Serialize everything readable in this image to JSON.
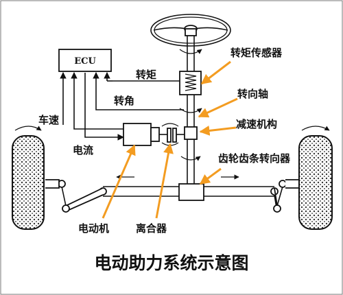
{
  "labels": {
    "ecu": "ECU",
    "torque_sensor": "转矩传感器",
    "torque": "转矩",
    "steering_angle": "转角",
    "steering_shaft": "转向轴",
    "reducer": "减速机构",
    "vehicle_speed": "车速",
    "current": "电流",
    "rack_pinion": "齿轮齿条转向器",
    "motor": "电动机",
    "clutch": "离合器"
  },
  "title": "电动助力系统示意图",
  "colors": {
    "leader": "#f39c21",
    "line": "#111111"
  }
}
